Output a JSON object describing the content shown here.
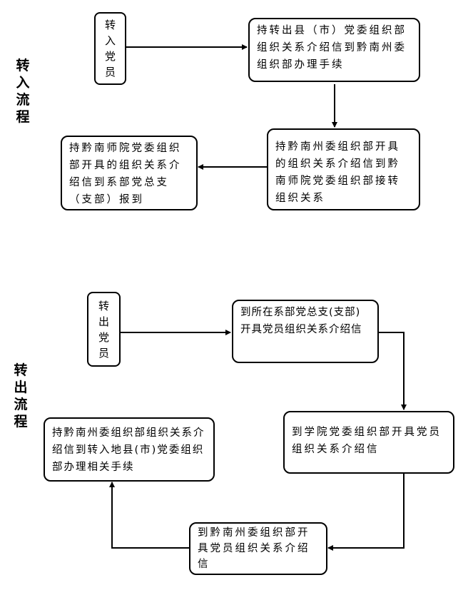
{
  "sections": {
    "transfer_in": {
      "title": "转入流程",
      "start": "转入党员",
      "steps": [
        "持转出县（市）党委组织部组织关系介绍信到黔南州委组织部办理手续",
        "持黔南州委组织部开具的组织关系介绍信到黔南师院党委组织部接转组织关系",
        "持黔南师院党委组织部开具的组织关系介绍信到系部党总支（支部）报到"
      ]
    },
    "transfer_out": {
      "title": "转出流程",
      "start": "转出党员",
      "steps": [
        "到所在系部党总支(支部)开具党员组织关系介绍信",
        "到学院党委组织部开具党员组织关系介绍信",
        "到黔南州委组织部开具党员组织关系介绍信",
        "持黔南州委组织部组织关系介绍信到转入地县(市)党委组织部办理相关手续"
      ]
    }
  }
}
